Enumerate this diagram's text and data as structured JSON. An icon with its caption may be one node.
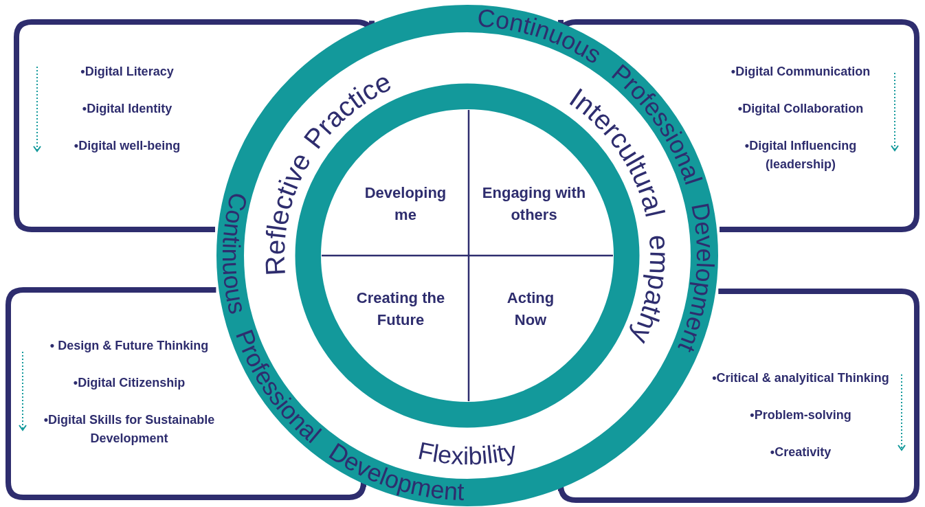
{
  "diagram": {
    "nodes": [
      {
        "text": [
          "•Digital Literacy",
          "•Digital Identity",
          "•Digital well-being"
        ]
      },
      {
        "text": [
          "•Digital Communication",
          "•Digital Collaboration",
          "•Digital Influencing (leadership)"
        ]
      },
      {
        "text": [
          "• Design & Future Thinking",
          "•Digital Citizenship",
          "•Digital Skills for Sustainable Development"
        ]
      },
      {
        "text": [
          "•Critical & analyitical Thinking",
          "•Problem-solving",
          "•Creativity"
        ]
      },
      {
        "text": [
          "Continuous Professional Development",
          "Continuous Professional Development",
          "Reflective Practice",
          "Intercultural empathy",
          "Flexibility"
        ]
      },
      {
        "text": [],
        "shape": "circle",
        "in": 4
      },
      {
        "text": [
          "Developing me"
        ],
        "in": 5
      },
      {
        "text": [
          "Engaging with others"
        ],
        "in": 5
      },
      {
        "text": [
          "Creating the Future"
        ],
        "in": 5
      },
      {
        "text": [
          "Acting Now"
        ],
        "in": 5
      }
    ],
    "edges": []
  }
}
